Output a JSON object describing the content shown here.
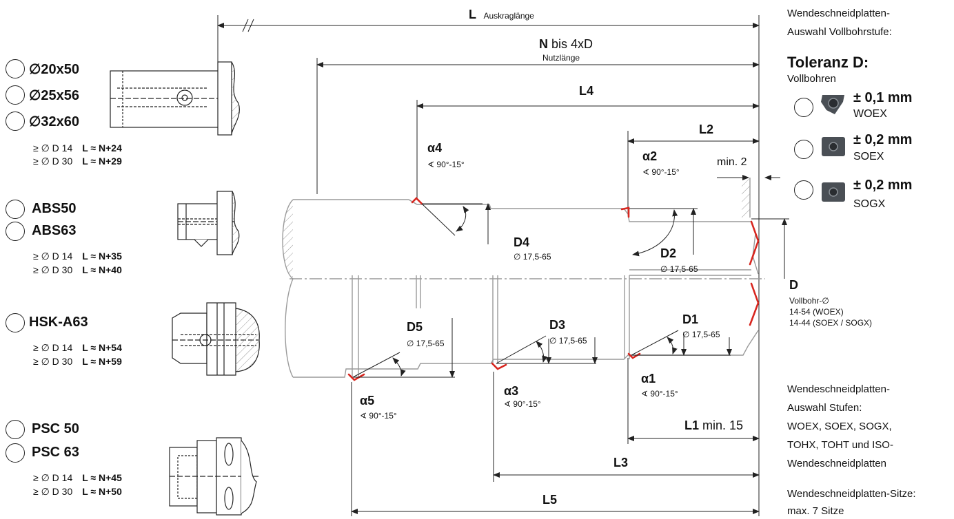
{
  "left_options": [
    {
      "label": "∅20x50"
    },
    {
      "label": "∅25x56"
    },
    {
      "label": "∅32x60"
    },
    {
      "label": "ABS50"
    },
    {
      "label": "ABS63"
    },
    {
      "label": "HSK-A63"
    },
    {
      "label": "PSC 50"
    },
    {
      "label": "PSC 63"
    }
  ],
  "equations": {
    "cyl": [
      {
        "d": "≥ ∅ D 14",
        "l": "L ≈ N+24"
      },
      {
        "d": "≥ ∅ D 30",
        "l": "L ≈ N+29"
      }
    ],
    "abs": [
      {
        "d": "≥ ∅ D 14",
        "l": "L ≈ N+35"
      },
      {
        "d": "≥ ∅ D 30",
        "l": "L ≈ N+40"
      }
    ],
    "hsk": [
      {
        "d": "≥ ∅ D 14",
        "l": "L ≈ N+54"
      },
      {
        "d": "≥ ∅ D 30",
        "l": "L ≈ N+59"
      }
    ],
    "psc": [
      {
        "d": "≥ ∅ D 14",
        "l": "L ≈ N+45"
      },
      {
        "d": "≥ ∅ D 30",
        "l": "L ≈ N+50"
      }
    ]
  },
  "dims": {
    "L": {
      "label": "L",
      "sub": "Auskraglänge"
    },
    "N": {
      "label": "N",
      "rest": "bis 4xD",
      "sub": "Nutzlänge"
    },
    "L4": "L4",
    "L2": "L2",
    "L3": "L3",
    "L5": "L5",
    "L1": {
      "label": "L1",
      "rest": "min. 15"
    },
    "min2": "min. 2",
    "D": {
      "label": "D",
      "sub": "Vollbohr-∅",
      "range1": "14-54 (WOEX)",
      "range2": "14-44 (SOEX / SOGX)"
    }
  },
  "steps": {
    "D1": {
      "label": "D1",
      "range": "∅ 17,5-65"
    },
    "D2": {
      "label": "D2",
      "range": "∅ 17,5-65"
    },
    "D3": {
      "label": "D3",
      "range": "∅ 17,5-65"
    },
    "D4": {
      "label": "D4",
      "range": "∅ 17,5-65"
    },
    "D5": {
      "label": "D5",
      "range": "∅ 17,5-65"
    },
    "a1": {
      "label": "α1",
      "range": "∢ 90°-15°"
    },
    "a2": {
      "label": "α2",
      "range": "∢ 90°-15°"
    },
    "a3": {
      "label": "α3",
      "range": "∢ 90°-15°"
    },
    "a4": {
      "label": "α4",
      "range": "∢ 90°-15°"
    },
    "a5": {
      "label": "α5",
      "range": "∢ 90°-15°"
    }
  },
  "right": {
    "title1": "Wendeschneidplatten-",
    "title2": "Auswahl Vollbohrstufe:",
    "tol_title": "Toleranz D:",
    "tol_sub": "Vollbohren",
    "inserts": [
      {
        "tol": "± 0,1 mm",
        "name": "WOEX",
        "icon": "woex-insert-icon"
      },
      {
        "tol": "± 0,2 mm",
        "name": "SOEX",
        "icon": "soex-insert-icon"
      },
      {
        "tol": "± 0,2 mm",
        "name": "SOGX",
        "icon": "sogx-insert-icon"
      }
    ],
    "steps_lines": [
      "Wendeschneidplatten-",
      "Auswahl Stufen:",
      "WOEX, SOEX, SOGX,",
      "TOHX, TOHT und ISO-",
      "Wendeschneidplatten"
    ],
    "seats_lines": [
      "Wendeschneidplatten-Sitze:",
      "max. 7 Sitze"
    ]
  },
  "colors": {
    "line": "#222222",
    "gray": "#9a9a9a",
    "edge": "#d8261f"
  }
}
